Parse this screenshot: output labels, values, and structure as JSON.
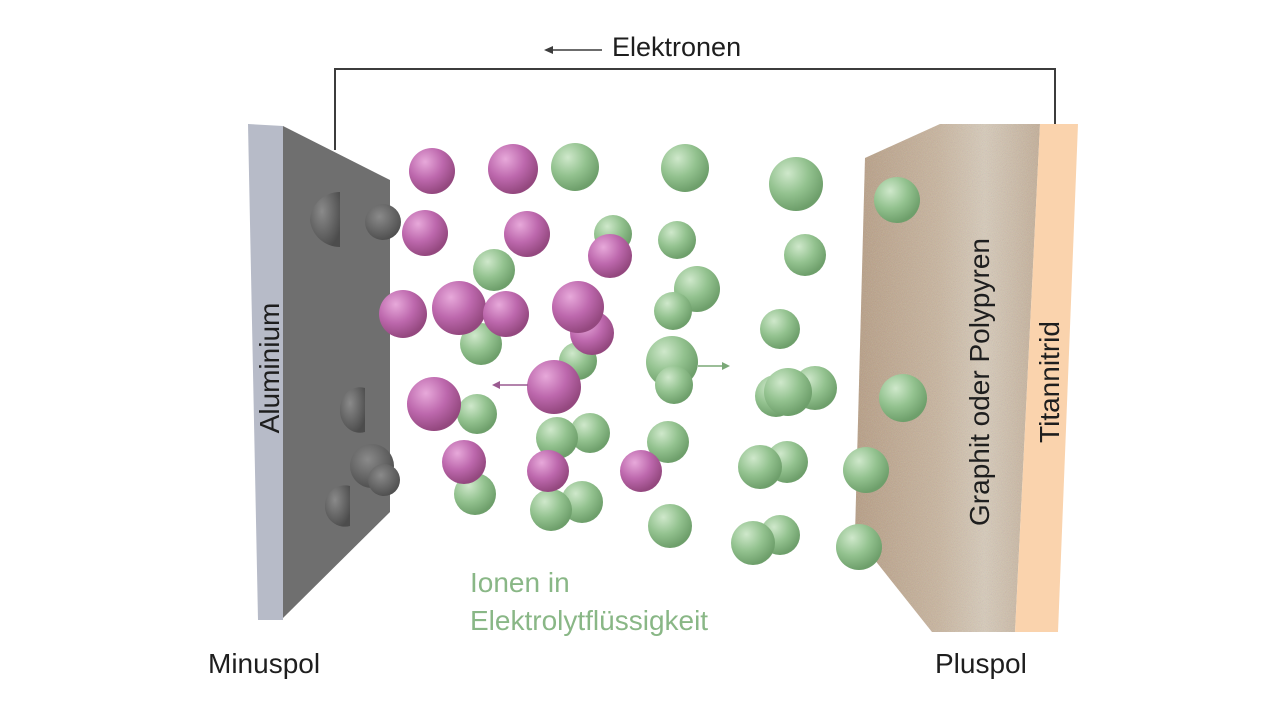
{
  "labels": {
    "electrons": "Elektronen",
    "minus_pole": "Minuspol",
    "plus_pole": "Pluspol",
    "aluminium": "Aluminium",
    "graphite": "Graphit oder Polypyren",
    "titanium": "Titannitrid",
    "ions_line1": "Ionen in",
    "ions_line2": "Elektrolytflüssigkeit"
  },
  "colors": {
    "ion_green": "#8fbf8c",
    "ion_purple": "#bb66aa",
    "aluminium_plate": "#6d6d6d",
    "aluminium_edge": "#b8bcc8",
    "titanium_layer": "#f9d2ad",
    "graphite_layer": "#bca48a",
    "ions_text": "#89b786"
  },
  "icons": [
    "arrow-left-icon",
    "arrow-right-icon"
  ]
}
